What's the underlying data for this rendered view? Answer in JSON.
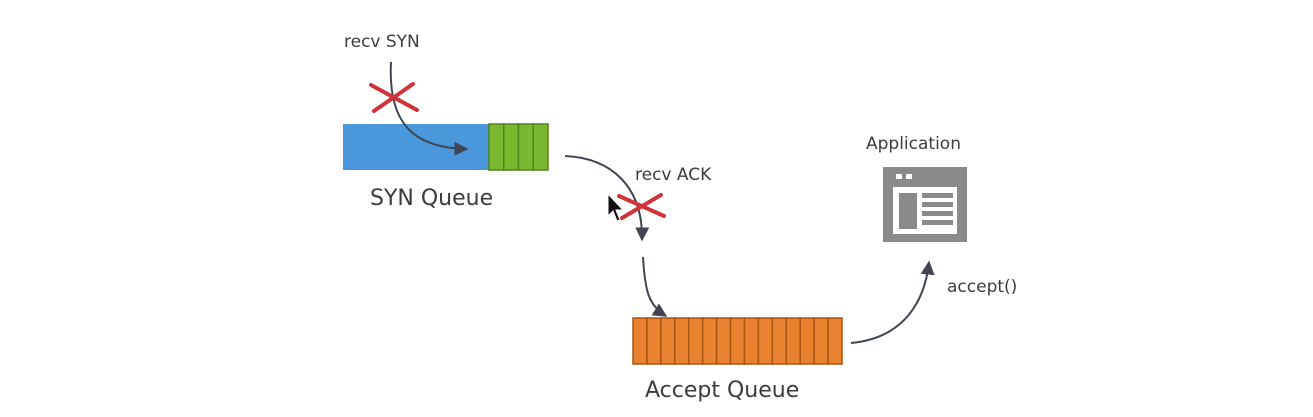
{
  "labels": {
    "recv_syn": "recv SYN",
    "syn_queue": "SYN Queue",
    "recv_ack": "recv ACK",
    "application": "Application",
    "accept_call": "accept()",
    "accept_queue": "Accept Queue"
  },
  "syn_queue": {
    "empty_color": "#4a97dc",
    "slot_color": "#7cb82f",
    "slot_edge_color": "#4e8419",
    "filled_slots": 4
  },
  "accept_queue": {
    "slot_color": "#e8822e",
    "slot_edge_color": "#a85413",
    "filled_slots": 15
  },
  "colors": {
    "arrow": "#3f4652",
    "drop_mark": "#d0333a",
    "app_icon": "#8a8a8a"
  },
  "icons": {
    "application": "application-window-icon",
    "drop": "x-mark-icon",
    "cursor": "mouse-pointer-icon"
  }
}
